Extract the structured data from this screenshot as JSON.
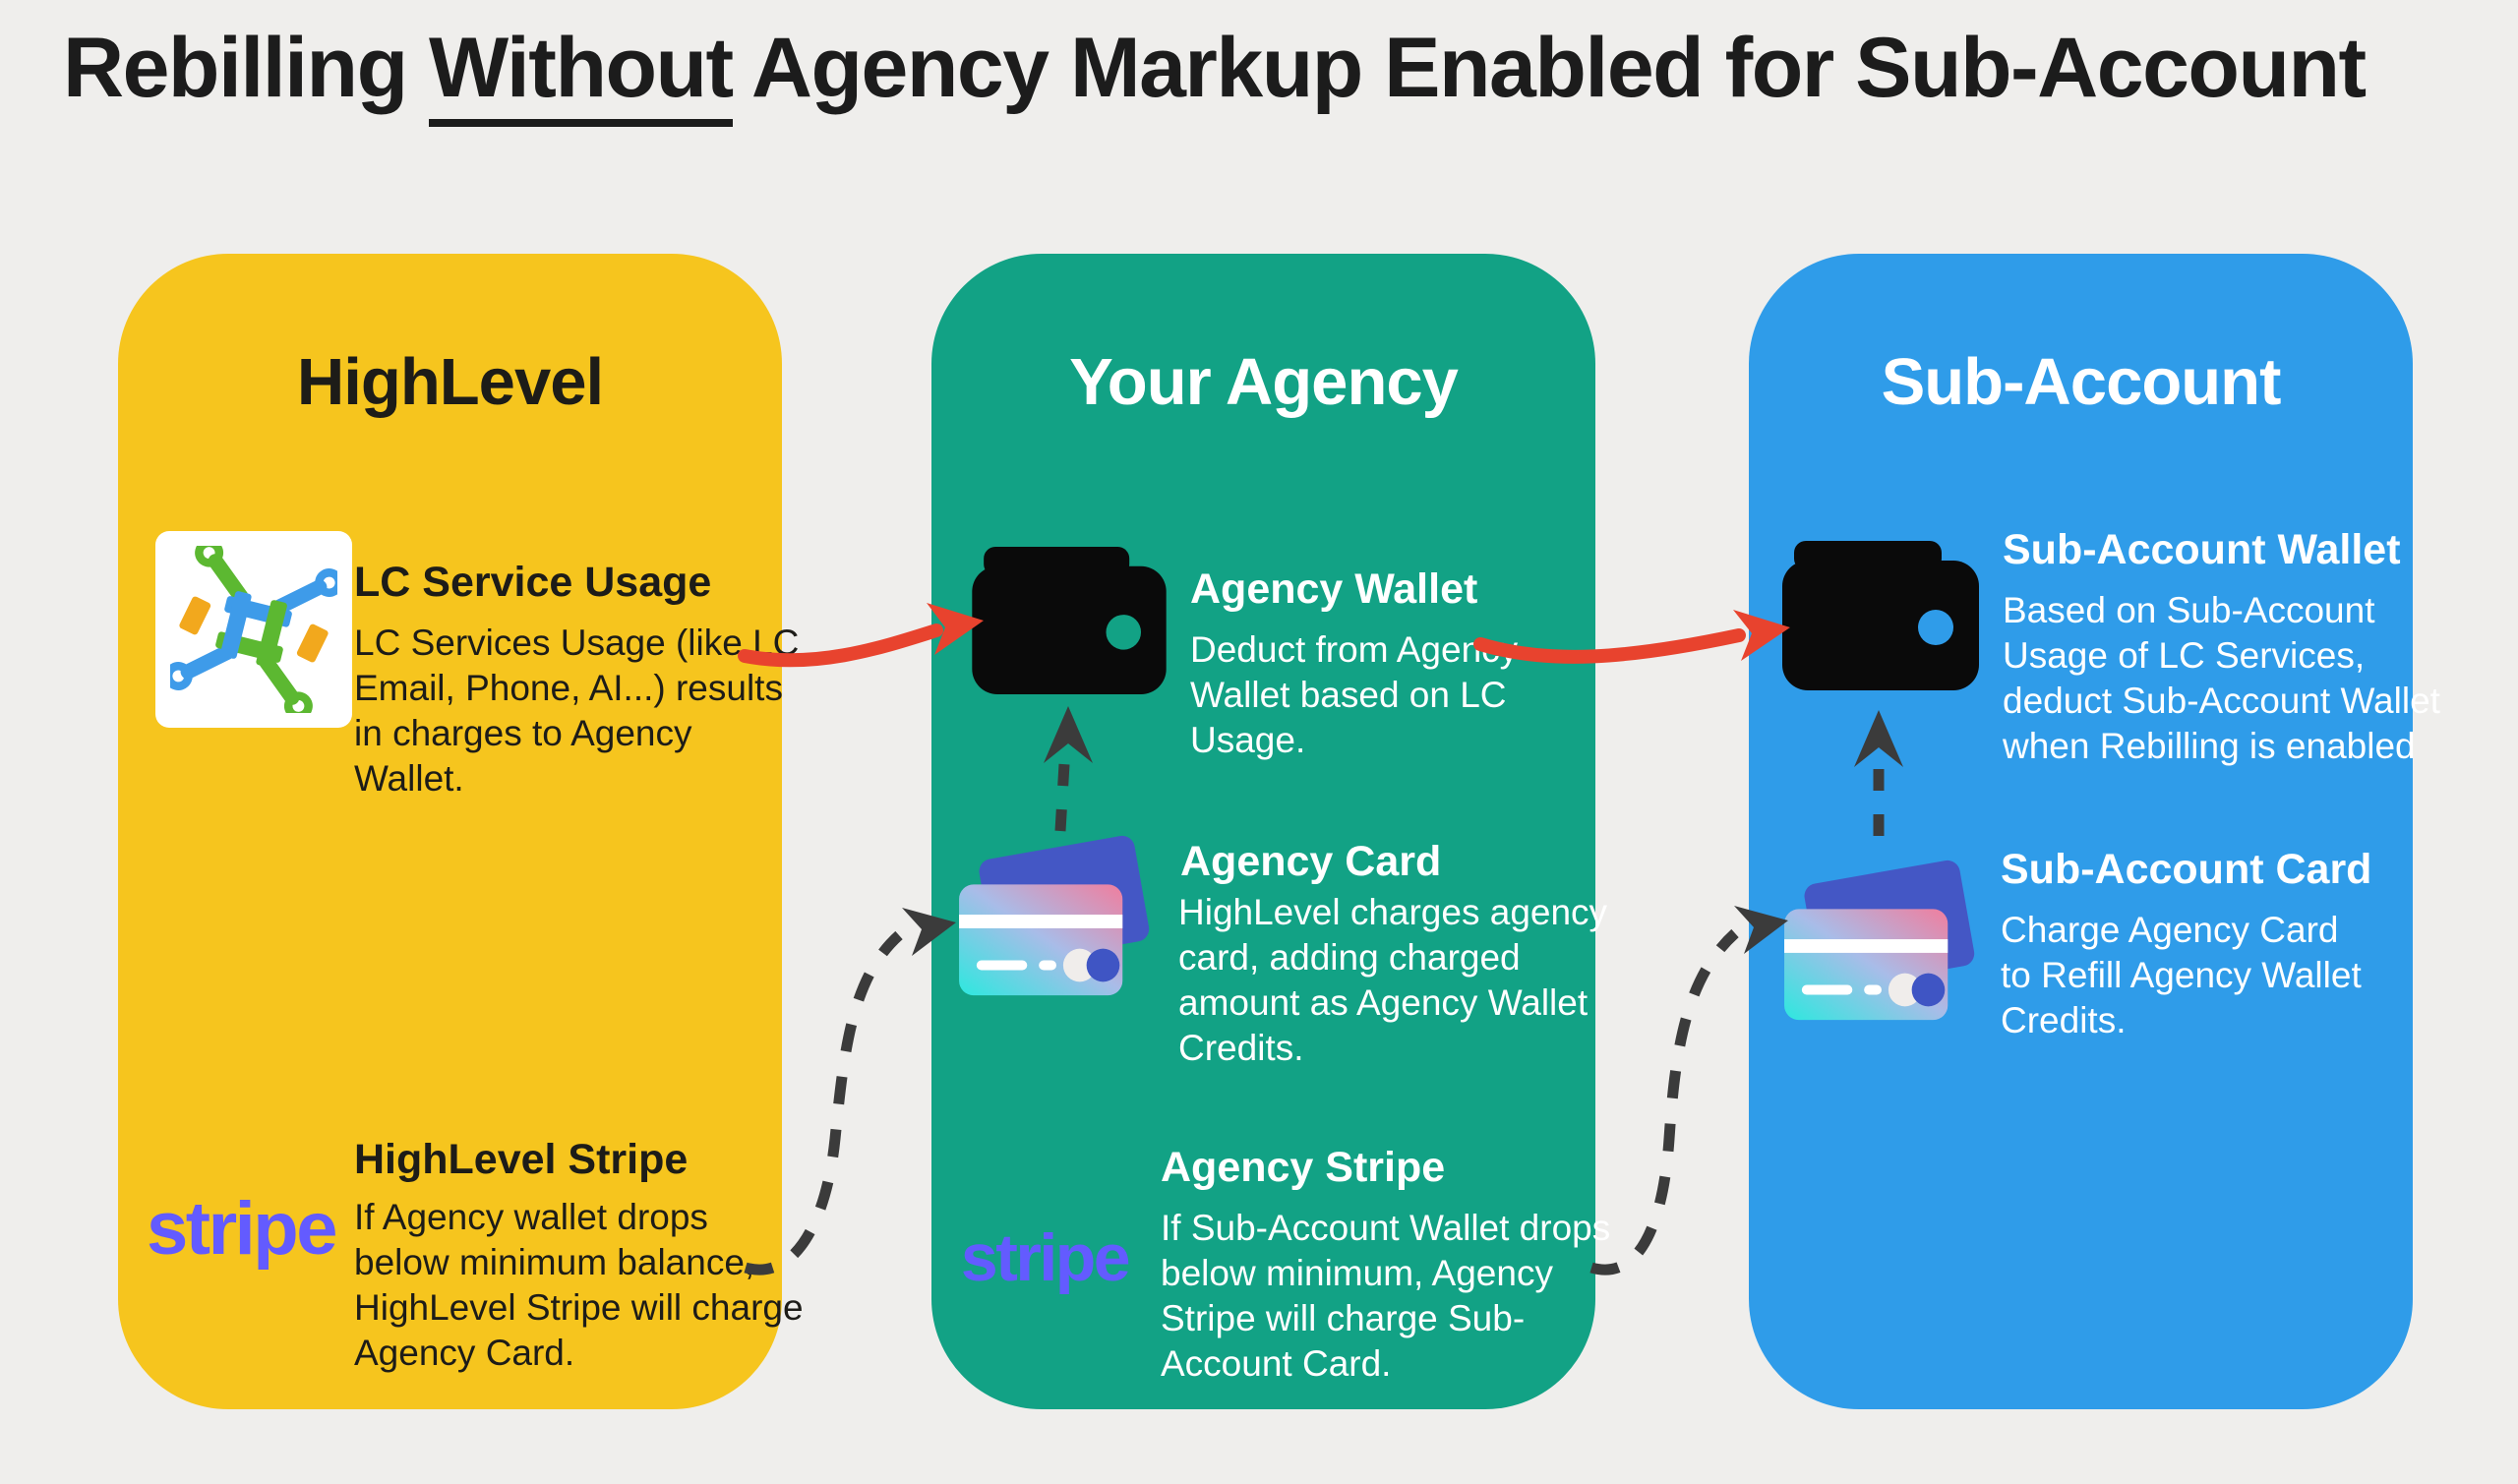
{
  "title": {
    "pre": "Rebilling ",
    "underlined": "Without",
    "post": " Agency Markup Enabled for Sub-Account"
  },
  "colors": {
    "background": "#efeeec",
    "highlevel_card": "#f6c51e",
    "agency_card": "#12a285",
    "subaccount_card": "#2f9ce9",
    "solid_arrow": "#e8432e",
    "dashed_arrow": "#3b3b3b",
    "stripe_purple": "#635bff",
    "icon_black": "#0a0a0a",
    "title_text": "#1c1c1c"
  },
  "stripe_wordmark": "stripe",
  "cards": [
    {
      "title": "HighLevel",
      "sections": [
        {
          "icon": "highlevel-logo",
          "heading": "LC Service Usage",
          "body": "LC Services Usage (like LC\nEmail, Phone, AI...) results\nin charges to Agency\nWallet."
        },
        {
          "icon": "stripe-logo",
          "heading": "HighLevel Stripe",
          "body": "If Agency wallet drops\nbelow minimum balance,\nHighLevel Stripe will charge\nAgency Card."
        }
      ]
    },
    {
      "title": "Your Agency",
      "sections": [
        {
          "icon": "wallet",
          "heading": "Agency Wallet",
          "body": "Deduct from Agency\nWallet based on LC\nUsage."
        },
        {
          "icon": "credit-card",
          "heading": "Agency Card",
          "body": "HighLevel charges agency\ncard, adding charged\namount as Agency Wallet\nCredits."
        },
        {
          "icon": "stripe-logo",
          "heading": "Agency Stripe",
          "body": "If Sub-Account Wallet drops\nbelow minimum, Agency\nStripe will charge Sub-\nAccount Card."
        }
      ]
    },
    {
      "title": "Sub-Account",
      "sections": [
        {
          "icon": "wallet",
          "heading": "Sub-Account Wallet",
          "body": "Based on Sub-Account\nUsage of LC Services,\ndeduct Sub-Account Wallet\nwhen Rebilling is enabled"
        },
        {
          "icon": "credit-card",
          "heading": "Sub-Account Card",
          "body": "Charge Agency Card\nto Refill Agency Wallet\nCredits."
        }
      ]
    }
  ],
  "arrows": [
    {
      "name": "lc-usage-to-agency-wallet",
      "style": "solid-red"
    },
    {
      "name": "agency-wallet-to-subaccount-wallet",
      "style": "solid-red"
    },
    {
      "name": "agency-card-to-agency-wallet",
      "style": "dashed-black"
    },
    {
      "name": "subaccount-card-to-subaccount-wallet",
      "style": "dashed-black"
    },
    {
      "name": "highlevel-stripe-to-agency-card",
      "style": "dashed-black"
    },
    {
      "name": "agency-stripe-to-subaccount-card",
      "style": "dashed-black"
    }
  ]
}
